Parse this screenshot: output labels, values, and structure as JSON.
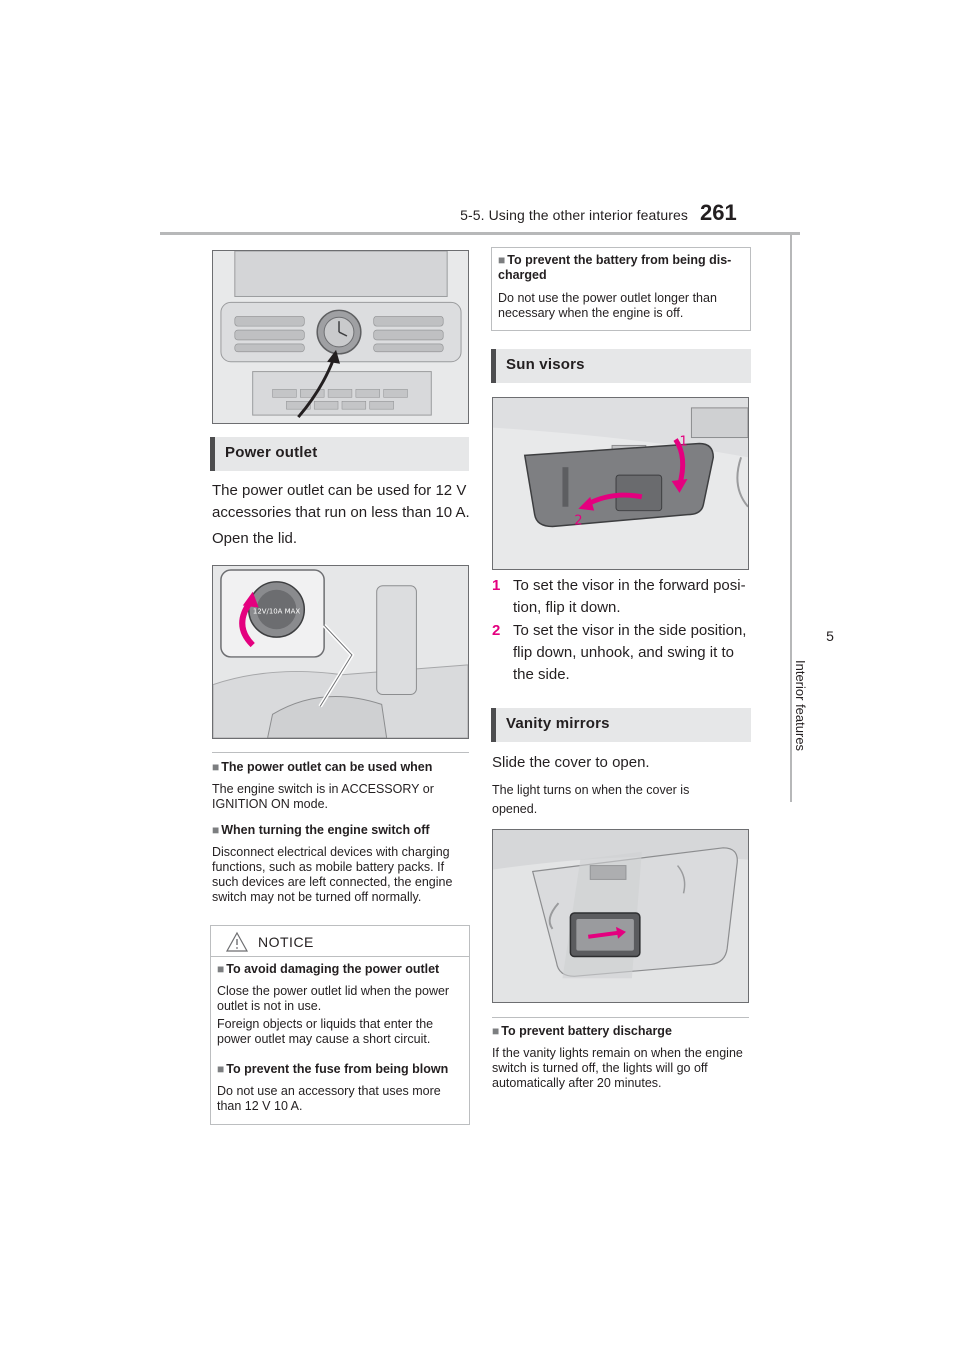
{
  "header": {
    "section_title": "5-5. Using the other interior features",
    "page_number": "261"
  },
  "side_tab": {
    "chapter_number": "5",
    "chapter_label": "Interior features"
  },
  "left": {
    "power_outlet_heading": "Power outlet",
    "power_outlet_desc": "The power outlet can be used for 12 V accessories that run on less than 10 A.",
    "open_lid": "Open the lid.",
    "usable_when_head": "The power outlet can be used when",
    "usable_when_text": "The engine switch is in ACCESSORY or IGNITION ON mode.",
    "switch_off_head": "When turning the engine switch off",
    "switch_off_text": "Disconnect electrical devices with charging functions, such as mobile battery packs. If such devices are left connected, the engine switch may not be turned off normally.",
    "notice": {
      "title": "NOTICE",
      "item1_head": "To avoid damaging the power outlet",
      "item1_text_a": "Close the power outlet lid when the power outlet is not in use.",
      "item1_text_b": "Foreign objects or liquids that enter the power outlet may cause a short circuit.",
      "item2_head": "To prevent the fuse from being blown",
      "item2_text": "Do not use an accessory that uses more than 12 V 10 A."
    }
  },
  "right": {
    "battery_head": "To prevent the battery from being dis-charged",
    "battery_text": "Do not use the power outlet longer than necessary when the engine is off.",
    "sun_visors_heading": "Sun visors",
    "visor_callout_1": "1",
    "visor_callout_2": "2",
    "step1_num": "1",
    "step1_text": "To set the visor in the forward posi-tion, flip it down.",
    "step2_num": "2",
    "step2_text": "To set the visor in the side position, flip down, unhook, and swing it to the side.",
    "vanity_heading": "Vanity mirrors",
    "slide_cover": "Slide the cover to open.",
    "light_note": "The light turns on when the cover is opened.",
    "discharge_head": "To prevent battery discharge",
    "discharge_text": "If the vanity lights remain on when the engine switch is turned off, the lights will go off automatically after 20 minutes."
  },
  "illustration_text": {
    "outlet_lid_label": "12V/10A MAX"
  },
  "colors": {
    "accent_magenta": "#e4007f",
    "heading_bar": "#e6e7e8",
    "heading_edge": "#4d4d4f"
  }
}
